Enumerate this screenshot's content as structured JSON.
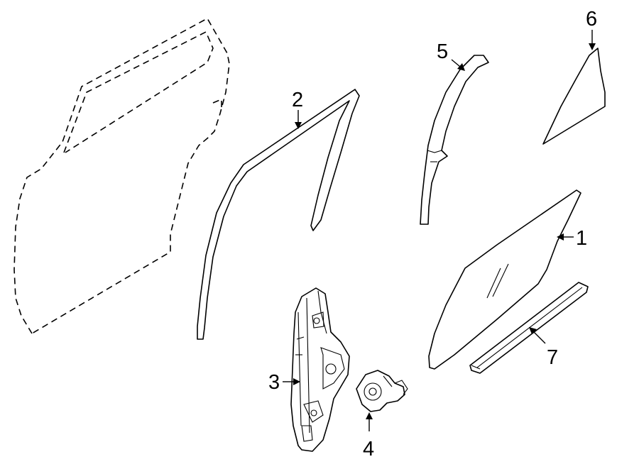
{
  "diagram": {
    "callouts": [
      {
        "id": "part-1",
        "label": "1"
      },
      {
        "id": "part-2",
        "label": "2"
      },
      {
        "id": "part-3",
        "label": "3"
      },
      {
        "id": "part-4",
        "label": "4"
      },
      {
        "id": "part-5",
        "label": "5"
      },
      {
        "id": "part-6",
        "label": "6"
      },
      {
        "id": "part-7",
        "label": "7"
      }
    ]
  }
}
